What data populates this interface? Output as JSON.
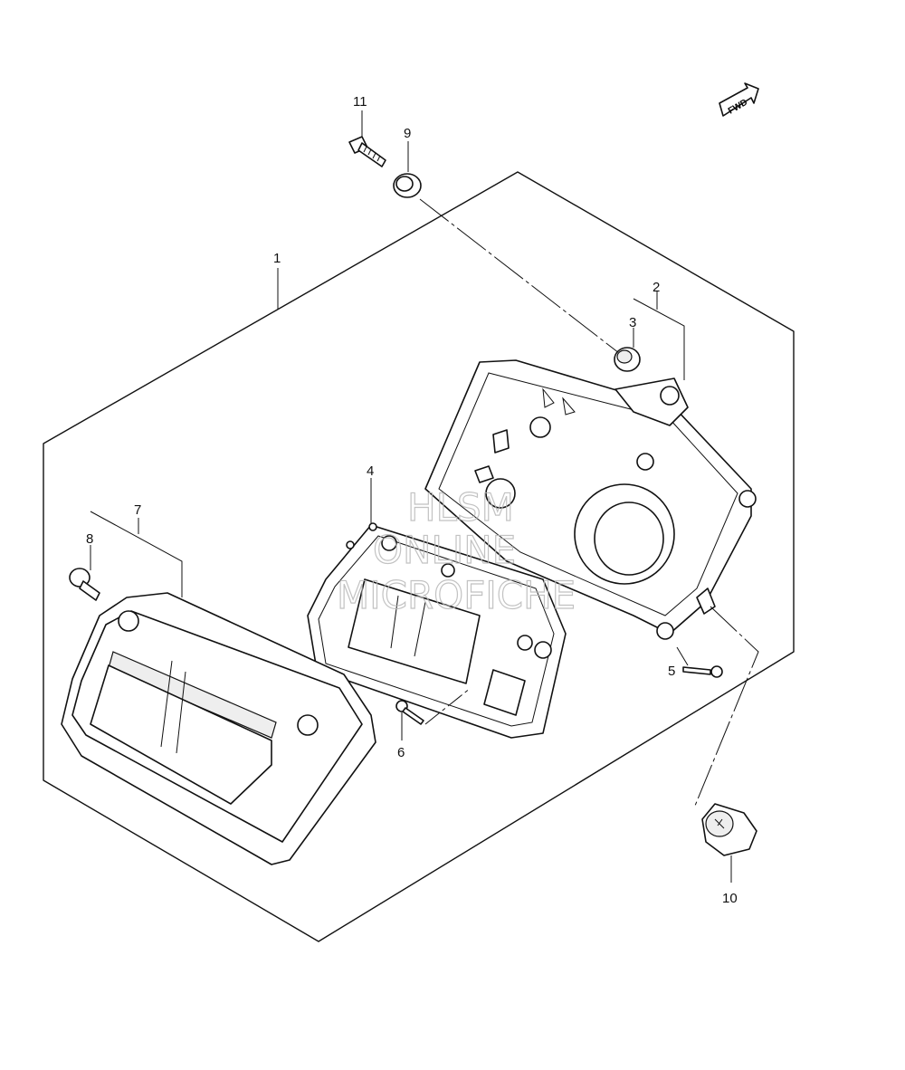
{
  "diagram": {
    "orientation_label": "FWD",
    "watermark": [
      "HLSM",
      "ONLINE",
      "MICROFICHE"
    ],
    "callouts": {
      "1": "1",
      "2": "2",
      "3": "3",
      "4": "4",
      "5": "5",
      "6": "6",
      "7": "7",
      "8": "8",
      "9": "9",
      "10": "10",
      "11": "11"
    }
  }
}
